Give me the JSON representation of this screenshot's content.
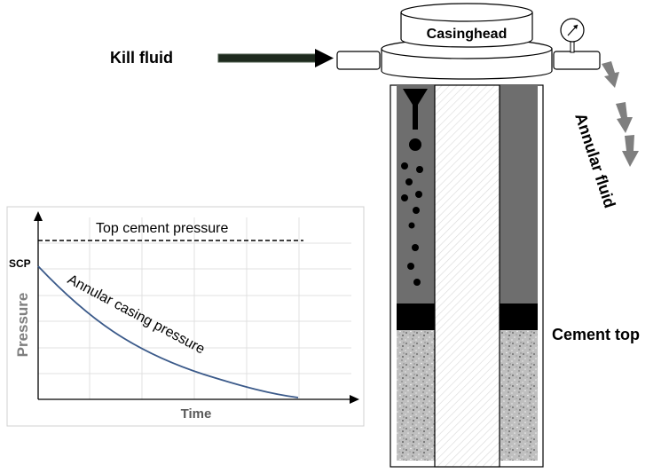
{
  "labels": {
    "casinghead": "Casinghead",
    "kill_fluid": "Kill fluid",
    "annular_fluid": "Annular fluid",
    "cement_top": "Cement top"
  },
  "chart": {
    "top_line_label": "Top cement pressure",
    "curve_label": "Annular casing pressure",
    "y_tick": "SCP",
    "ylabel": "Pressure",
    "xlabel": "Time"
  },
  "icons": {
    "gauge": "pressure-gauge-icon",
    "arrow_in": "arrow-right-icon",
    "arrow_out": "arrow-down-icon"
  },
  "colors": {
    "curve": "#3b5a8a",
    "annulus_fluid": "#6e6e6e",
    "cement_band": "#000000",
    "arrow_gray": "#7f7f7f"
  }
}
